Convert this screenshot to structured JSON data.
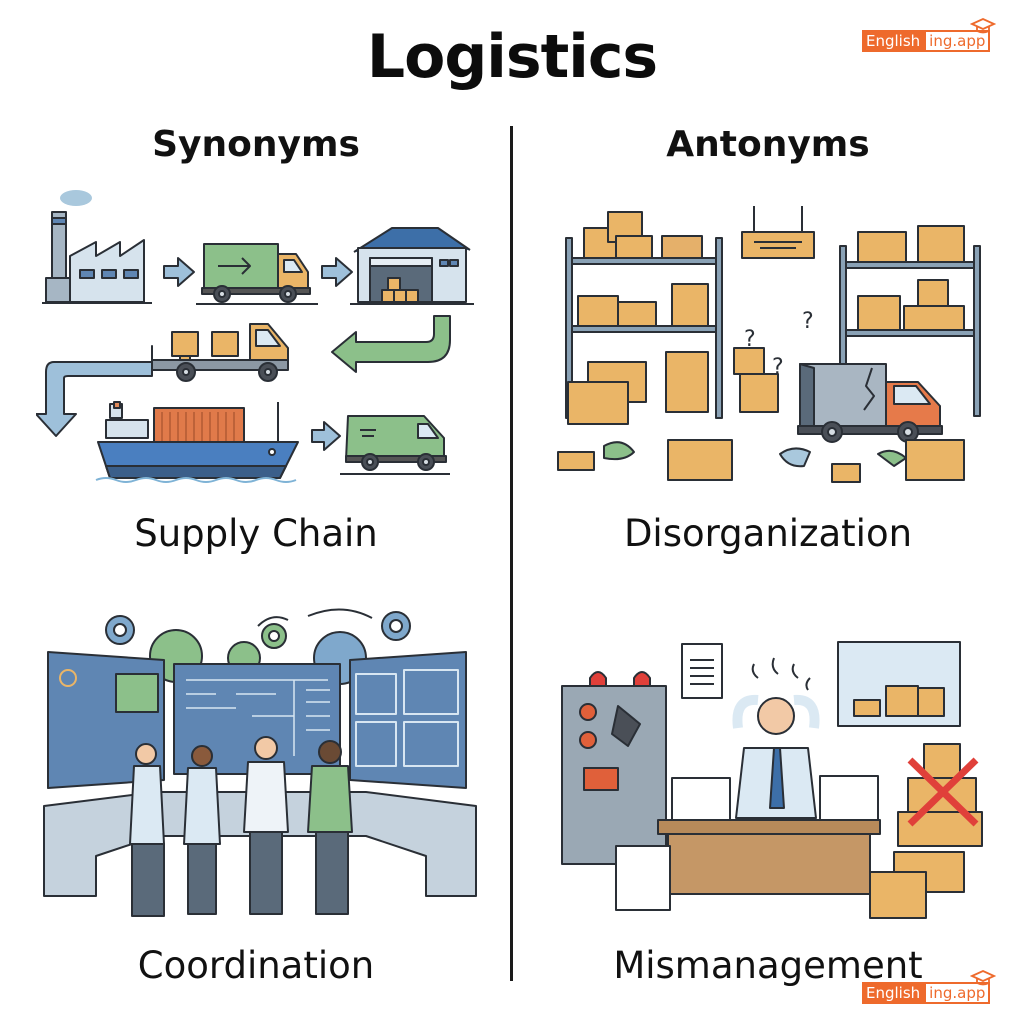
{
  "page": {
    "title": "Logistics",
    "columns": {
      "left_heading": "Synonyms",
      "right_heading": "Antonyms"
    }
  },
  "panels": [
    {
      "id": "supply-chain",
      "label": "Supply Chain",
      "column": "synonyms",
      "illustration": "factory-truck-warehouse-ship-van-flow"
    },
    {
      "id": "disorganization",
      "label": "Disorganization",
      "column": "antonyms",
      "illustration": "messy-warehouse-broken-truck"
    },
    {
      "id": "coordination",
      "label": "Coordination",
      "column": "synonyms",
      "illustration": "control-room-team-with-gears"
    },
    {
      "id": "mismanagement",
      "label": "Mismanagement",
      "column": "antonyms",
      "illustration": "stressed-manager-paper-piles"
    }
  ],
  "watermark": {
    "part1": "English",
    "part2": "ing.app",
    "icon": "graduation-cap-icon"
  },
  "colors": {
    "brand_orange": "#ee6a2c",
    "blue": "#7fa8cc",
    "green": "#8cc08a",
    "box": "#eab567",
    "dark_blue": "#3d6fa8"
  }
}
